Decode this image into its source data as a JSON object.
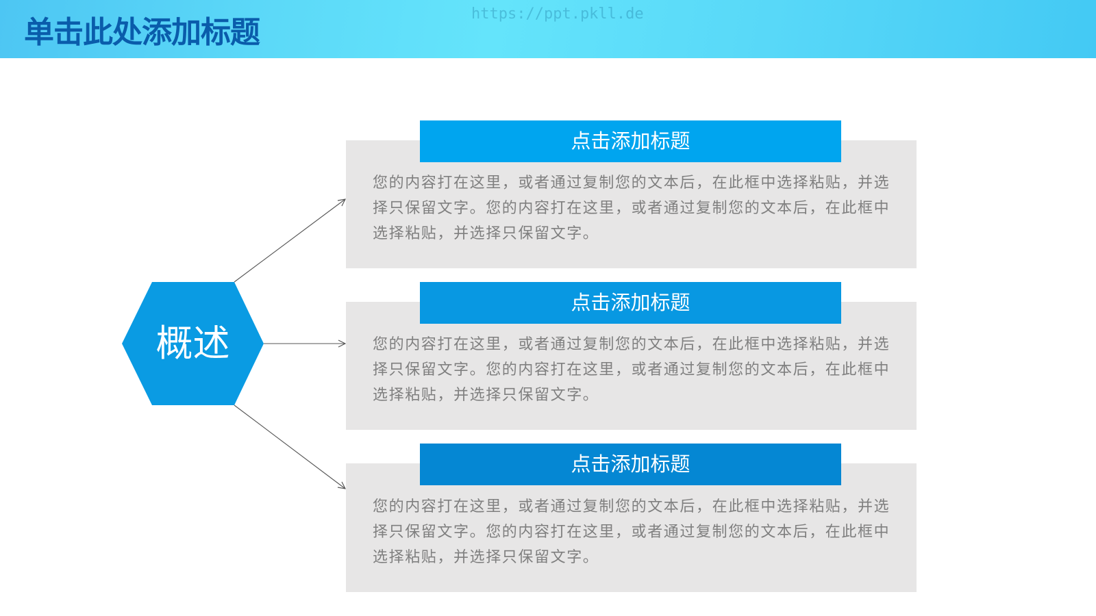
{
  "header": {
    "title": "单击此处添加标题",
    "watermark": "https://ppt.pkll.de",
    "colors": {
      "band_start": "#4dc6f3",
      "band_mid": "#64e4fb",
      "band_end": "#43c9f4",
      "title": "#0a5cab"
    }
  },
  "hub": {
    "label": "概述",
    "shape": "hexagon",
    "color": "#0a9be3"
  },
  "cards": [
    {
      "title": "点击添加标题",
      "body": "您的内容打在这里，或者通过复制您的文本后，在此框中选择粘贴，并选择只保留文字。您的内容打在这里，或者通过复制您的文本后，在此框中选择粘贴，并选择只保留文字。",
      "header_color": "#00a5ef"
    },
    {
      "title": "点击添加标题",
      "body": "您的内容打在这里，或者通过复制您的文本后，在此框中选择粘贴，并选择只保留文字。您的内容打在这里，或者通过复制您的文本后，在此框中选择粘贴，并选择只保留文字。",
      "header_color": "#0898e2"
    },
    {
      "title": "点击添加标题",
      "body": "您的内容打在这里，或者通过复制您的文本后，在此框中选择粘贴，并选择只保留文字。您的内容打在这里，或者通过复制您的文本后，在此框中选择粘贴，并选择只保留文字。",
      "header_color": "#0587d3"
    }
  ],
  "colors": {
    "card_bg": "#e7e6e6",
    "body_text": "#7f7f7f",
    "connector": "#555555"
  }
}
